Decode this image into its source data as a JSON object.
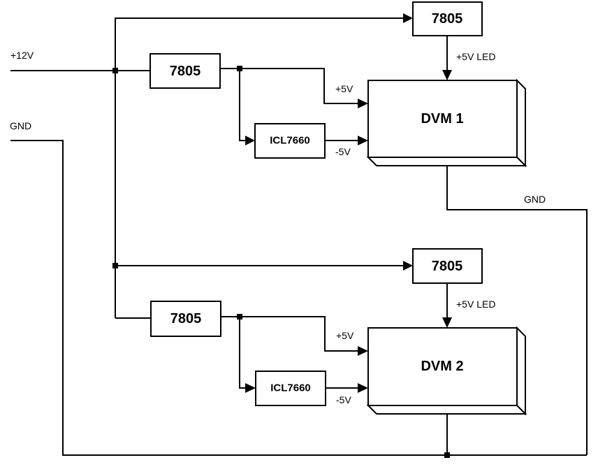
{
  "diagram": {
    "inputs": {
      "supply_label": "+12V",
      "ground_label": "GND"
    },
    "channel_1": {
      "led_regulator_label": "7805",
      "led_rail_label": "+5V LED",
      "regulator_label": "7805",
      "converter_label": "ICL7660",
      "pos_rail_label": "+5V",
      "neg_rail_label": "-5V",
      "meter_label": "DVM 1",
      "ground_label": "GND"
    },
    "channel_2": {
      "led_regulator_label": "7805",
      "led_rail_label": "+5V LED",
      "regulator_label": "7805",
      "converter_label": "ICL7660",
      "pos_rail_label": "+5V",
      "neg_rail_label": "-5V",
      "meter_label": "DVM 2"
    }
  }
}
